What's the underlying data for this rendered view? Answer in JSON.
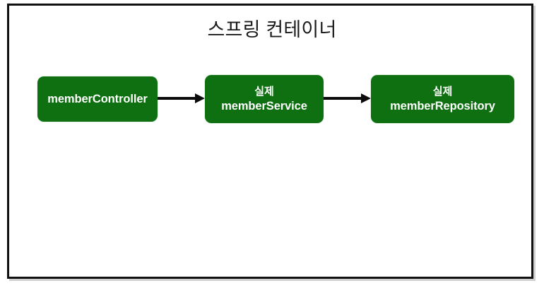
{
  "diagram": {
    "title": "스프링 컨테이너",
    "frame": {
      "border_color": "#111111",
      "background": "#ffffff"
    },
    "node_color": "#0e7010",
    "node_text_color": "#ffffff",
    "arrow_color": "#0b0b0b",
    "nodes": [
      {
        "id": "memberController",
        "line1": "",
        "line2": "memberController",
        "lines": 1
      },
      {
        "id": "memberService",
        "line1": "실제",
        "line2": "memberService",
        "lines": 2
      },
      {
        "id": "memberRepository",
        "line1": "실제",
        "line2": "memberRepository",
        "lines": 2
      }
    ],
    "arrows": [
      {
        "id": "controller-to-service",
        "from": "memberController",
        "to": "memberService",
        "style": "solid-filled-arrowhead"
      },
      {
        "id": "service-to-repository",
        "from": "memberService",
        "to": "memberRepository",
        "style": "solid-filled-arrowhead"
      }
    ]
  }
}
